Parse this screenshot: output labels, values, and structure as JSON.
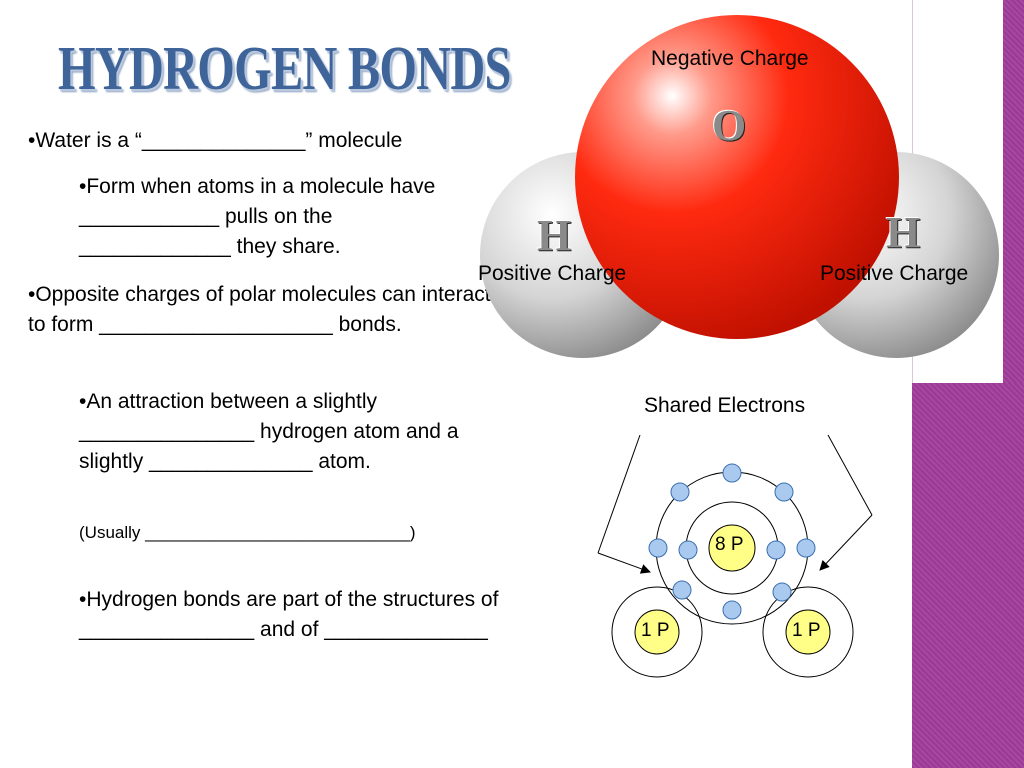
{
  "title": "HYDROGEN BONDS",
  "bullets": [
    "•Water is a “______________” molecule",
    "•Form when atoms in a molecule have ____________ pulls on the _____________ they share.",
    "•Opposite charges of polar molecules can interact to form ____________________ bonds.",
    "•An attraction between a slightly _______________ hydrogen atom and a slightly ______________ atom.",
    "(Usually ____________________________)",
    "•Hydrogen bonds are part of the structures of _______________ and of ______________"
  ],
  "molecule": {
    "negative_label": "Negative Charge",
    "oxygen_symbol": "O",
    "hydrogen_left_symbol": "H",
    "hydrogen_right_symbol": "H",
    "positive_label_left": "Positive Charge",
    "positive_label_right": "Positive Charge"
  },
  "atom_diagram": {
    "shared_label": "Shared Electrons",
    "oxygen_nucleus": "8 P",
    "hydrogen_nucleus_left": "1 P",
    "hydrogen_nucleus_right": "1 P"
  },
  "colors": {
    "title": "#3e6499",
    "oxygen": "#ff2a10",
    "hydrogen": "#cfcfcf",
    "electron": "#a9c9ef",
    "nucleus": "#ffff88",
    "strip": "#9b3a94"
  }
}
